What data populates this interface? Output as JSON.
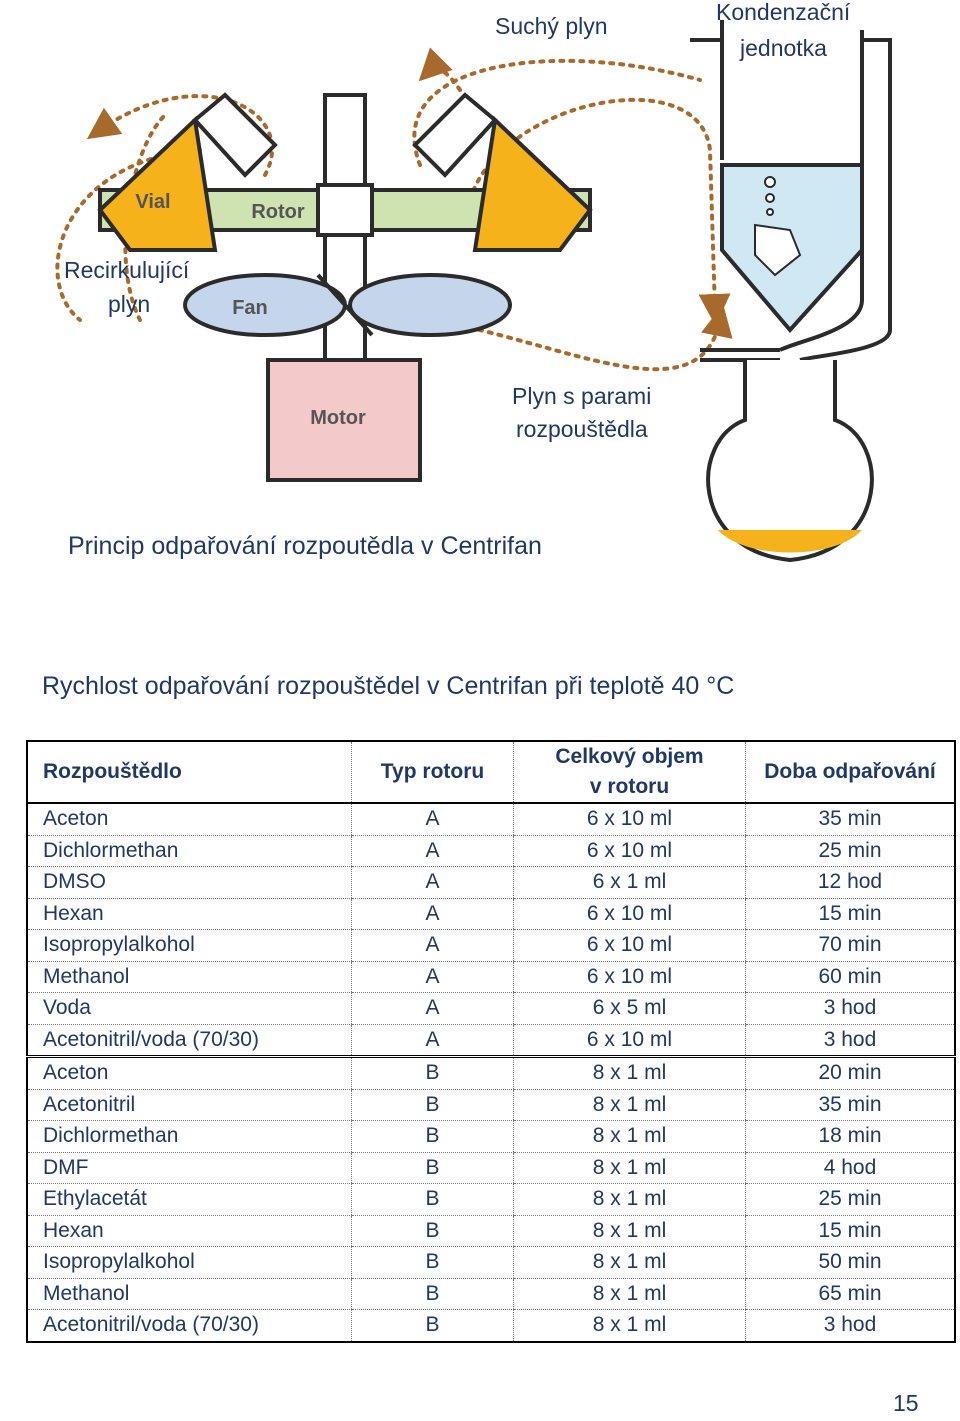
{
  "diagram": {
    "labels": {
      "vial": "Vial",
      "rotor": "Rotor",
      "fan": "Fan",
      "motor": "Motor",
      "dry_gas": "Suchý plyn",
      "condenser_line1": "Kondenzační",
      "condenser_line2": "jednotka",
      "recirc_line1": "Recirkulující",
      "recirc_line2": "plyn",
      "vapor_line1": "Plyn s parami",
      "vapor_line2": "rozpouštědla"
    },
    "colors": {
      "vial": "#f5b21b",
      "rotor": "#cfe3b0",
      "fan": "#c5d5ec",
      "motor": "#f3c9c9",
      "liquid": "#cfe8f3",
      "arrows": "#a86a2c"
    },
    "caption": "Princip odpařování rozpoutědla v Centrifan"
  },
  "table_title": "Rychlost odpařování rozpouštědel v Centrifan při teplotě 40 °C",
  "table": {
    "headers": [
      "Rozpouštědlo",
      "Typ rotoru",
      "Celkový objem",
      "v rotoru",
      "Doba odpařování"
    ],
    "rows_a": [
      [
        "Aceton",
        "A",
        "6 x 10 ml",
        "35 min"
      ],
      [
        "Dichlormethan",
        "A",
        "6 x 10 ml",
        "25 min"
      ],
      [
        "DMSO",
        "A",
        "6 x 1 ml",
        "12 hod"
      ],
      [
        "Hexan",
        "A",
        "6 x 10 ml",
        "15 min"
      ],
      [
        "Isopropylalkohol",
        "A",
        "6 x 10 ml",
        "70 min"
      ],
      [
        "Methanol",
        "A",
        "6 x 10 ml",
        "60 min"
      ],
      [
        "Voda",
        "A",
        "6 x 5 ml",
        "3 hod"
      ],
      [
        "Acetonitril/voda (70/30)",
        "A",
        "6 x 10 ml",
        "3 hod"
      ]
    ],
    "rows_b": [
      [
        "Aceton",
        "B",
        "8 x 1 ml",
        "20 min"
      ],
      [
        "Acetonitril",
        "B",
        "8 x 1 ml",
        "35 min"
      ],
      [
        "Dichlormethan",
        "B",
        "8 x 1 ml",
        "18 min"
      ],
      [
        "DMF",
        "B",
        "8 x 1 ml",
        "4 hod"
      ],
      [
        "Ethylacetát",
        "B",
        "8 x 1 ml",
        "25 min"
      ],
      [
        "Hexan",
        "B",
        "8 x 1 ml",
        "15 min"
      ],
      [
        "Isopropylalkohol",
        "B",
        "8 x 1 ml",
        "50 min"
      ],
      [
        "Methanol",
        "B",
        "8 x 1 ml",
        "65 min"
      ],
      [
        "Acetonitril/voda (70/30)",
        "B",
        "8 x 1 ml",
        "3 hod"
      ]
    ]
  },
  "page_number": "15"
}
